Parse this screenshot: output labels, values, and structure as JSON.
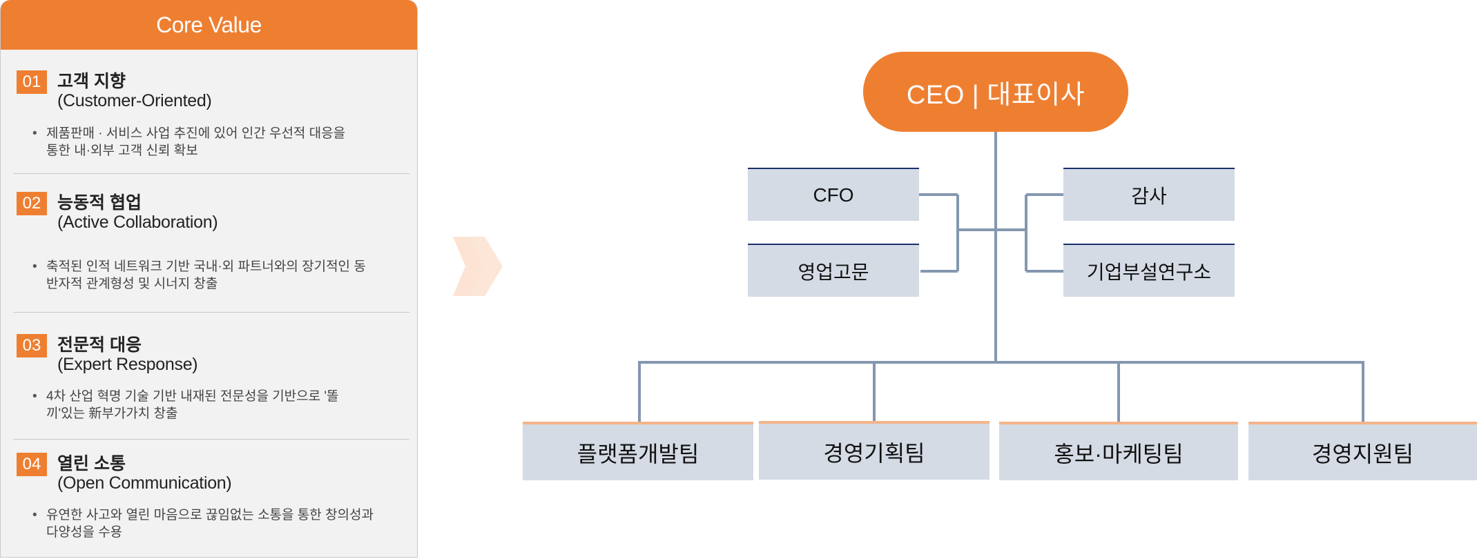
{
  "panel": {
    "header": "Core Value",
    "values": [
      {
        "num": "01",
        "title_ko": "고객 지향",
        "title_en": "(Customer-Oriented)",
        "desc": [
          "제품판매 · 서비스 사업 추진에 있어 인간 우선적 대응을",
          "통한 내·외부 고객 신뢰 확보"
        ]
      },
      {
        "num": "02",
        "title_ko": "능동적 협업",
        "title_en": "(Active Collaboration)",
        "desc": [
          "축적된 인적 네트워크 기반 국내·외 파트너와의 장기적인 동",
          "반자적 관계형성 및 시너지 창출"
        ]
      },
      {
        "num": "03",
        "title_ko": "전문적 대응",
        "title_en": "(Expert Response)",
        "desc": [
          "4차 산업 혁명 기술 기반 내재된 전문성을 기반으로 '똘",
          "끼'있는 新부가가치 창출"
        ]
      },
      {
        "num": "04",
        "title_ko": "열린 소통",
        "title_en": "(Open Communication)",
        "desc": [
          "유연한 사고와 열린 마음으로 끊임없는 소통을 통한 창의성과",
          "다양성을 수용"
        ]
      }
    ]
  },
  "org": {
    "ceo": "CEO | 대표이사",
    "left": [
      "CFO",
      "영업고문"
    ],
    "right": [
      "감사",
      "기업부설연구소"
    ],
    "teams": [
      "플랫폼개발팀",
      "경영기획팀",
      "홍보·마케팅팀",
      "경영지원팀"
    ]
  },
  "colors": {
    "accent": "#ee7f31",
    "box_fill": "#d5dbe5",
    "line": "#8497b0",
    "box_top_border_mid": "#1b2f6b",
    "box_top_border_team": "#f4b48a",
    "chevron": "#fce3d3"
  },
  "icons": {
    "arrow": "double-chevron-right-icon"
  }
}
